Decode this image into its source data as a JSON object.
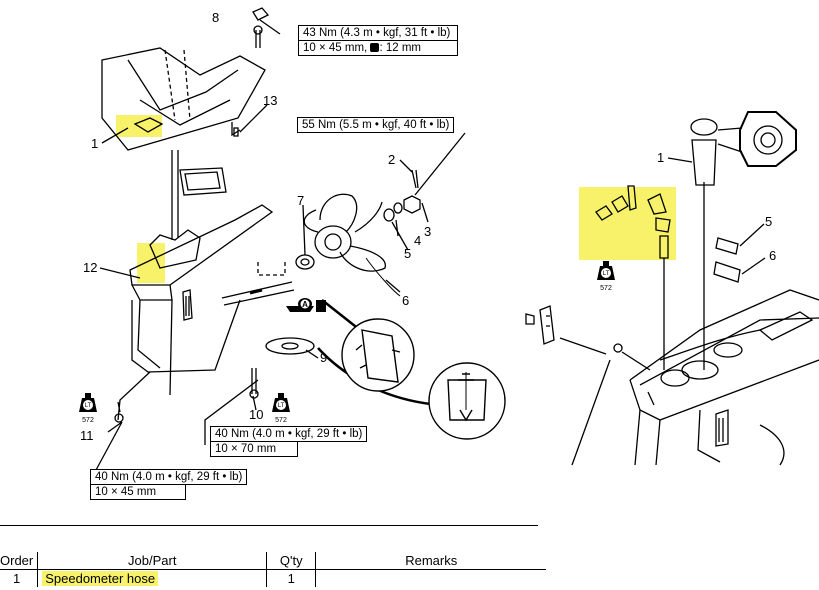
{
  "callouts": {
    "left": [
      "8",
      "1",
      "13",
      "2",
      "3",
      "4",
      "5",
      "6",
      "7",
      "12",
      "9",
      "10",
      "11"
    ],
    "right": [
      "1",
      "5",
      "6"
    ]
  },
  "torque_specs": {
    "bolt8": {
      "line1": "43 Nm (4.3 m • kgf, 31 ft • lb)",
      "line2": "10 × 45 mm,",
      "line2_suffix": ": 12 mm"
    },
    "nut3": {
      "line1": "55 Nm (5.5 m • kgf, 40 ft • lb)"
    },
    "bolt10": {
      "line1": "40 Nm (4.0 m • kgf, 29 ft • lb)",
      "line2": "10 × 70 mm"
    },
    "bolt11": {
      "line1": "40 Nm (4.0 m • kgf, 29 ft • lb)",
      "line2": "10 × 45 mm"
    }
  },
  "loctite": {
    "code": "572",
    "mark": "LT"
  },
  "grease_mark": "A",
  "parts_table": {
    "headers": [
      "Order",
      "Job/Part",
      "Q'ty",
      "Remarks"
    ],
    "rows": [
      {
        "order": "1",
        "job": "Speedometer hose",
        "qty": "1",
        "remarks": ""
      }
    ]
  },
  "colors": {
    "highlight": "#f7f26a",
    "line": "#000000"
  }
}
